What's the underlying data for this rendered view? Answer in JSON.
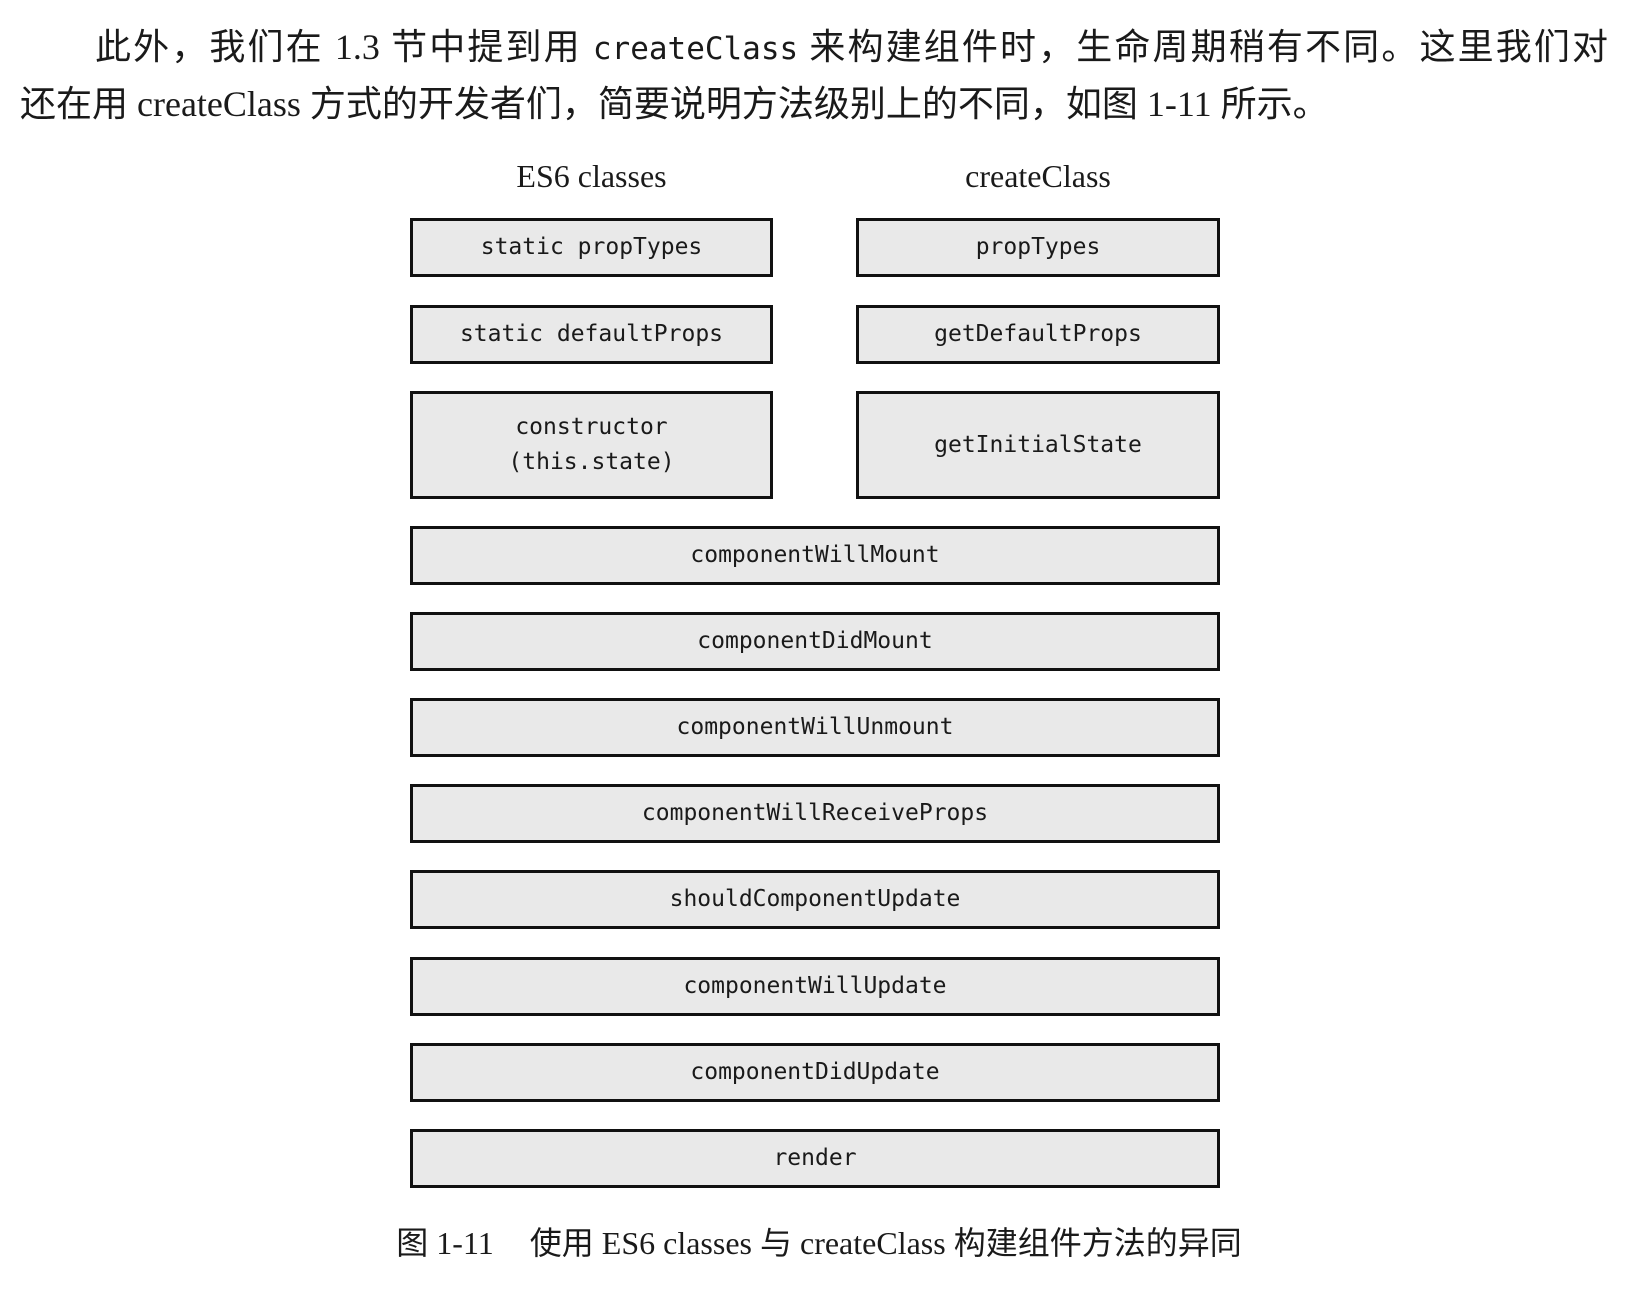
{
  "colors": {
    "page_bg": "#ffffff",
    "text": "#1a1a1a",
    "box_fill": "#e9e9e9",
    "box_border": "#111111"
  },
  "paragraph": {
    "line1_before": "此外，我们在 1.3 节中提到用 ",
    "line1_code": "createClass",
    "line1_after": " 来构建组件时，生命周期稍有不同。这里我们对",
    "line2": "还在用 createClass 方式的开发者们，简要说明方法级别上的不同，如图 1-11 所示。"
  },
  "figure": {
    "col_headers": [
      "ES6 classes",
      "createClass"
    ],
    "paired_rows": [
      {
        "es6": [
          "static propTypes"
        ],
        "create_class": "propTypes"
      },
      {
        "es6": [
          "static defaultProps"
        ],
        "create_class": "getDefaultProps"
      },
      {
        "es6": [
          "constructor",
          "(this.state)"
        ],
        "create_class": "getInitialState"
      }
    ],
    "shared_rows": [
      "componentWillMount",
      "componentDidMount",
      "componentWillUnmount",
      "componentWillReceiveProps",
      "shouldComponentUpdate",
      "componentWillUpdate",
      "componentDidUpdate",
      "render"
    ],
    "caption": {
      "number": "图 1-11",
      "text": "使用 ES6 classes 与 createClass 构建组件方法的异同"
    }
  }
}
